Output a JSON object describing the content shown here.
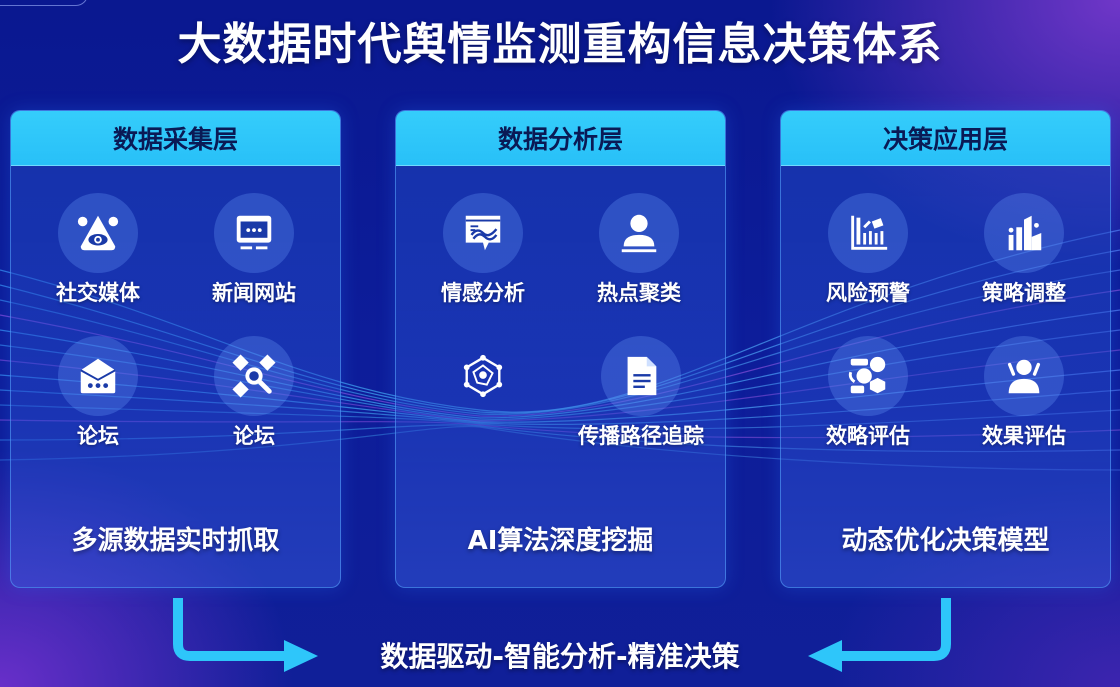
{
  "title": "大数据时代舆情监测重构信息决策体系",
  "colors": {
    "background": "#0d1d9a",
    "accent_cyan": "#2ec6fa",
    "header_text": "#0a1a55",
    "text": "#ffffff",
    "purple_glow": "#8a3cd2"
  },
  "panels": [
    {
      "header": "数据采集层",
      "items": [
        {
          "label": "社交媒体",
          "icon": "eye-triangle-icon"
        },
        {
          "label": "新闻网站",
          "icon": "monitor-icon"
        },
        {
          "label": "论坛",
          "icon": "envelope-icon"
        },
        {
          "label": "论坛",
          "icon": "network-search-icon"
        }
      ],
      "footer": "多源数据实时抓取"
    },
    {
      "header": "数据分析层",
      "items": [
        {
          "label": "情感分析",
          "icon": "chat-wave-icon"
        },
        {
          "label": "热点聚类",
          "icon": "user-icon"
        },
        {
          "label": "",
          "icon": "hexagon-network-icon"
        },
        {
          "label": "传播路径追踪",
          "icon": "document-icon"
        }
      ],
      "footer": "AI算法深度挖掘"
    },
    {
      "header": "决策应用层",
      "items": [
        {
          "label": "风险预警",
          "icon": "bar-chart-icon"
        },
        {
          "label": "策略调整",
          "icon": "buildings-chart-icon"
        },
        {
          "label": "效略评估",
          "icon": "shapes-icon"
        },
        {
          "label": "效果评估",
          "icon": "user-cheer-icon"
        }
      ],
      "footer": "动态优化决策模型"
    }
  ],
  "bottom_caption": "数据驱动-智能分析-精准决策"
}
